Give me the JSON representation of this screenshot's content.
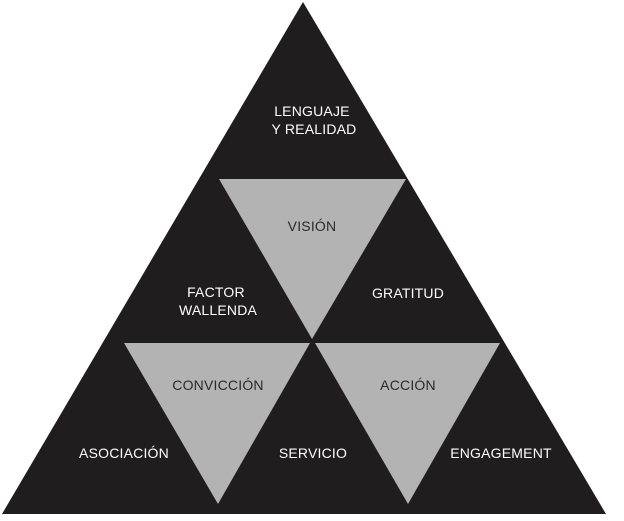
{
  "colors": {
    "dark": "#1f1d1e",
    "light": "#b3b3b3",
    "text_on_dark": "#ffffff",
    "text_on_light": "#2a2a2a"
  },
  "labels": {
    "top": [
      "LENGUAJE",
      "Y REALIDAD"
    ],
    "vision": "VISIÓN",
    "factor": [
      "FACTOR",
      "WALLENDA"
    ],
    "gratitud": "GRATITUD",
    "conviccion": "CONVICCIÓN",
    "accion": "ACCIÓN",
    "asociacion": "ASOCIACIÓN",
    "servicio": "SERVICIO",
    "engagement": "ENGAGEMENT"
  }
}
